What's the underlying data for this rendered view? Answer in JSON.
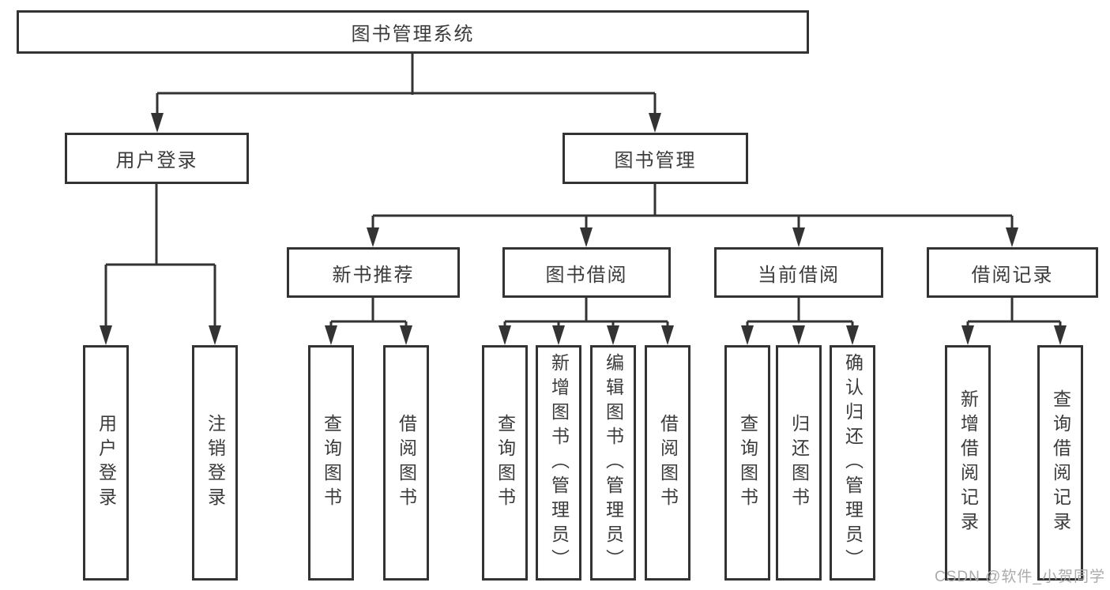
{
  "tree": {
    "root": {
      "label": "图书管理系统"
    },
    "login": {
      "label": "用户登录",
      "children": [
        {
          "label": "用户登录"
        },
        {
          "label": "注销登录"
        }
      ]
    },
    "management": {
      "label": "图书管理",
      "sections": [
        {
          "label": "新书推荐",
          "children": [
            {
              "label": "查询图书"
            },
            {
              "label": "借阅图书"
            }
          ]
        },
        {
          "label": "图书借阅",
          "children": [
            {
              "label": "查询图书"
            },
            {
              "label": "新增图书（管理员）"
            },
            {
              "label": "编辑图书（管理员）"
            },
            {
              "label": "借阅图书"
            }
          ]
        },
        {
          "label": "当前借阅",
          "children": [
            {
              "label": "查询图书"
            },
            {
              "label": "归还图书"
            },
            {
              "label": "确认归还（管理员）"
            }
          ]
        },
        {
          "label": "借阅记录",
          "children": [
            {
              "label": "新增借阅记录"
            },
            {
              "label": "查询借阅记录"
            }
          ]
        }
      ]
    }
  },
  "watermark": {
    "text": "CSDN @软件_小贺同学"
  },
  "colors": {
    "line": "#333333",
    "text": "#3b3b3b",
    "box_fill": "#ffffff",
    "background": "#ffffff",
    "watermark": "#ababab"
  }
}
